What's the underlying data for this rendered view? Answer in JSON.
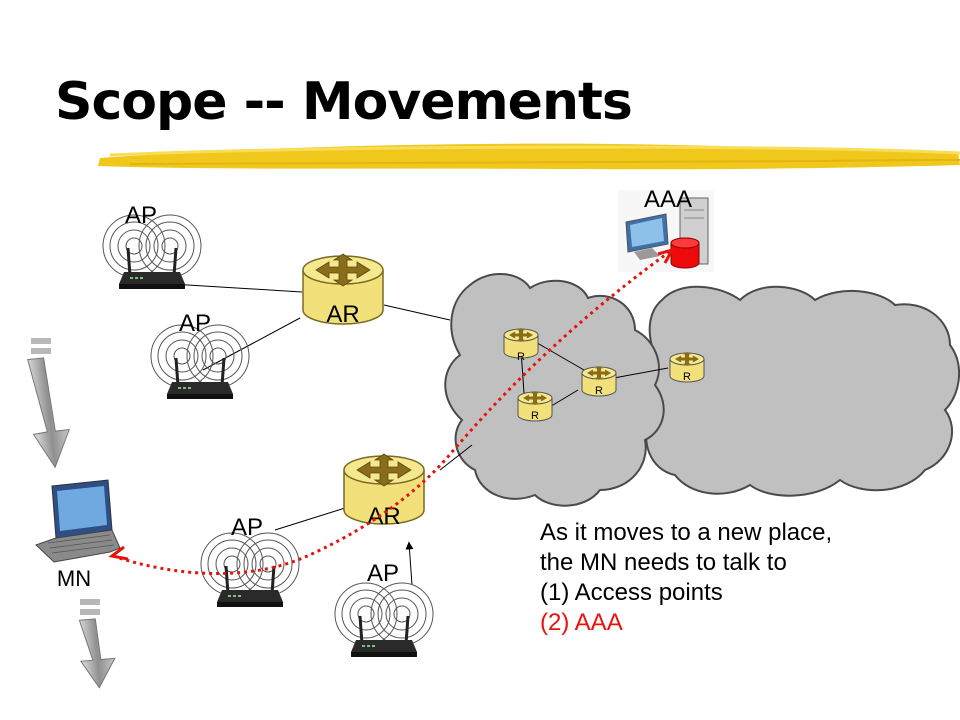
{
  "slide": {
    "title": "Scope -- Movements",
    "labels": {
      "ap": "AP",
      "ar": "AR",
      "router": "R",
      "aaa": "AAA",
      "mn": "MN"
    },
    "caption": {
      "line1": "As it moves to a new place,",
      "line2": "the MN needs to talk to",
      "item1": "(1) Access points",
      "item2": "(2) AAA"
    }
  },
  "colors": {
    "accent_red": "#e8120c",
    "cloud_fill": "#c0c0c0",
    "router_gold": "#f2e07a",
    "arrow_brown": "#8a6d1a",
    "brush_yellow": "#f0c81c"
  }
}
